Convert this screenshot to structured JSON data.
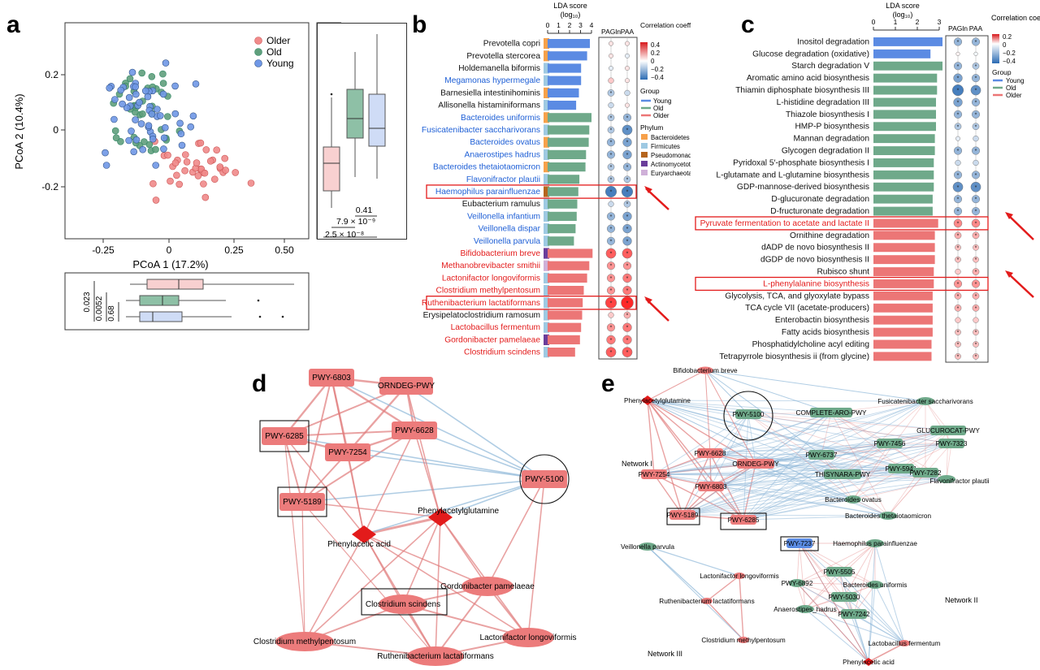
{
  "colors": {
    "older": "#f08a8a",
    "old": "#5f9f7c",
    "young": "#6f97e6",
    "bar_young": "#5b8be3",
    "bar_old": "#6fa98a",
    "bar_older": "#ec7676",
    "text_young": "#1e5fd6",
    "text_older": "#e31b1b",
    "highlight": "#e31b1b",
    "edge_pos": "#e07a7a",
    "edge_neg": "#8fb8d8",
    "phylum_bacteroidetes": "#f7a14a",
    "phylum_firmicutes": "#9ec9e2",
    "phylum_pseudomonadota": "#b5651d",
    "phylum_actinomycetota": "#6a3d9a",
    "phylum_euryarchaeota": "#cfb0d8"
  },
  "panel_a": {
    "label": "a",
    "legend": [
      "Older",
      "Old",
      "Young"
    ],
    "xlabel": "PCoA 1 (17.2%)",
    "ylabel": "PCoA 2 (10.4%)",
    "xticks": [
      "-0.25",
      "0",
      "0.25",
      "0.50"
    ],
    "yticks": [
      "0.2",
      "0",
      "-0.2"
    ],
    "pvals_right": [
      "0.41",
      "7.9 × 10⁻⁹",
      "2.5 × 10⁻⁸"
    ],
    "pvals_bottom": [
      "0.023",
      "0.0052",
      "0.68"
    ]
  },
  "panel_b": {
    "label": "b",
    "lda_title": "LDA score",
    "lda_unit": "(log₁₀)",
    "lda_ticks": [
      "0",
      "1",
      "2",
      "3",
      "4"
    ],
    "col_headers": [
      "PAGln",
      "PAA"
    ],
    "legend_corr_title": "Correlation coefficient",
    "corr_ticks": [
      "0.4",
      "0.2",
      "0",
      "−0.2",
      "−0.4"
    ],
    "legend_group_title": "Group",
    "groups": [
      "Young",
      "Old",
      "Older"
    ],
    "legend_phylum_title": "Phylum",
    "phyla": [
      "Bacteroidetes",
      "Firmicutes",
      "Pseudomonadota",
      "Actinomycetota",
      "Euryarchaeota"
    ],
    "rows": [
      {
        "name": "Prevotella copri",
        "lda": 3.85,
        "group": "young",
        "phylum": "bacteroidetes",
        "txt": "black",
        "c1": 0.05,
        "c2": 0.05
      },
      {
        "name": "Prevotella stercorea",
        "lda": 3.6,
        "group": "young",
        "phylum": "bacteroidetes",
        "txt": "black",
        "c1": 0.05,
        "c2": -0.05
      },
      {
        "name": "Holdemanella biformis",
        "lda": 3.05,
        "group": "young",
        "phylum": "firmicutes",
        "txt": "black",
        "c1": -0.05,
        "c2": 0.05
      },
      {
        "name": "Megamonas hypermegale",
        "lda": 3.05,
        "group": "young",
        "phylum": "firmicutes",
        "txt": "young",
        "c1": 0.1,
        "c2": 0.05
      },
      {
        "name": "Barnesiella intestinihominis",
        "lda": 2.85,
        "group": "young",
        "phylum": "bacteroidetes",
        "txt": "black",
        "c1": -0.15,
        "c2": -0.1
      },
      {
        "name": "Allisonella histaminiformans",
        "lda": 2.6,
        "group": "young",
        "phylum": "firmicutes",
        "txt": "black",
        "c1": -0.1,
        "c2": 0.05
      },
      {
        "name": "Bacteroides uniformis",
        "lda": 4.0,
        "group": "old",
        "phylum": "bacteroidetes",
        "txt": "young",
        "c1": -0.15,
        "c2": -0.2
      },
      {
        "name": "Fusicatenibacter saccharivorans",
        "lda": 3.8,
        "group": "old",
        "phylum": "firmicutes",
        "txt": "young",
        "c1": -0.15,
        "c2": -0.3
      },
      {
        "name": "Bacteroides ovatus",
        "lda": 3.75,
        "group": "old",
        "phylum": "bacteroidetes",
        "txt": "young",
        "c1": -0.2,
        "c2": -0.25
      },
      {
        "name": "Anaerostipes hadrus",
        "lda": 3.5,
        "group": "old",
        "phylum": "firmicutes",
        "txt": "young",
        "c1": -0.2,
        "c2": -0.25
      },
      {
        "name": "Bacteroides thetaiotaomicron",
        "lda": 3.45,
        "group": "old",
        "phylum": "bacteroidetes",
        "txt": "young",
        "c1": -0.15,
        "c2": -0.2
      },
      {
        "name": "Flavonifractor plautii",
        "lda": 2.9,
        "group": "old",
        "phylum": "firmicutes",
        "txt": "young",
        "c1": -0.15,
        "c2": -0.15
      },
      {
        "name": "Haemophilus parainfluenzae",
        "lda": 2.8,
        "group": "old",
        "phylum": "pseudomonadota",
        "txt": "young",
        "c1": -0.35,
        "c2": -0.35
      },
      {
        "name": "Eubacterium ramulus",
        "lda": 2.7,
        "group": "old",
        "phylum": "firmicutes",
        "txt": "black",
        "c1": -0.1,
        "c2": -0.15
      },
      {
        "name": "Veillonella infantium",
        "lda": 2.65,
        "group": "old",
        "phylum": "firmicutes",
        "txt": "young",
        "c1": -0.2,
        "c2": -0.25
      },
      {
        "name": "Veillonella dispar",
        "lda": 2.55,
        "group": "old",
        "phylum": "firmicutes",
        "txt": "young",
        "c1": -0.2,
        "c2": -0.25
      },
      {
        "name": "Veillonella parvula",
        "lda": 2.4,
        "group": "old",
        "phylum": "firmicutes",
        "txt": "young",
        "c1": -0.2,
        "c2": -0.25
      },
      {
        "name": "Bifidobacterium breve",
        "lda": 4.1,
        "group": "older",
        "phylum": "actinomycetota",
        "txt": "older",
        "c1": 0.3,
        "c2": 0.3
      },
      {
        "name": "Methanobrevibacter smithii",
        "lda": 3.8,
        "group": "older",
        "phylum": "euryarchaeota",
        "txt": "older",
        "c1": 0.2,
        "c2": 0.2
      },
      {
        "name": "Lactonifactor longoviformis",
        "lda": 3.6,
        "group": "older",
        "phylum": "firmicutes",
        "txt": "older",
        "c1": 0.2,
        "c2": 0.25
      },
      {
        "name": "Clostridium methylpentosum",
        "lda": 3.3,
        "group": "older",
        "phylum": "firmicutes",
        "txt": "older",
        "c1": 0.2,
        "c2": 0.25
      },
      {
        "name": "Ruthenibacterium lactatiformans",
        "lda": 3.2,
        "group": "older",
        "phylum": "firmicutes",
        "txt": "older",
        "c1": 0.35,
        "c2": 0.4
      },
      {
        "name": "Erysipelatoclostridium ramosum",
        "lda": 3.15,
        "group": "older",
        "phylum": "firmicutes",
        "txt": "black",
        "c1": 0.1,
        "c2": 0.15
      },
      {
        "name": "Lactobacillus fermentum",
        "lda": 3.05,
        "group": "older",
        "phylum": "firmicutes",
        "txt": "older",
        "c1": 0.2,
        "c2": 0.25
      },
      {
        "name": "Gordonibacter pamelaeae",
        "lda": 2.95,
        "group": "older",
        "phylum": "actinomycetota",
        "txt": "older",
        "c1": 0.25,
        "c2": 0.25
      },
      {
        "name": "Clostridium scindens",
        "lda": 2.5,
        "group": "older",
        "phylum": "firmicutes",
        "txt": "older",
        "c1": 0.3,
        "c2": 0.3
      }
    ],
    "highlight_rows": [
      12,
      21
    ]
  },
  "panel_c": {
    "label": "c",
    "lda_title": "LDA score",
    "lda_unit": "(log₁₀)",
    "lda_ticks": [
      "0",
      "1",
      "2",
      "3"
    ],
    "col_headers": [
      "PAGln",
      "PAA"
    ],
    "legend_corr_title": "Correlation coefficient",
    "corr_ticks": [
      "0.2",
      "0",
      "−0.2",
      "−0.4"
    ],
    "legend_group_title": "Group",
    "groups": [
      "Young",
      "Old",
      "Older"
    ],
    "rows": [
      {
        "name": "Inositol degradation",
        "lda": 3.15,
        "group": "young",
        "txt": "black",
        "c1": -0.2,
        "c2": -0.2
      },
      {
        "name": "Glucose degradation (oxidative)",
        "lda": 2.6,
        "group": "young",
        "txt": "black",
        "c1": 0.02,
        "c2": -0.02
      },
      {
        "name": "Starch degradation V",
        "lda": 3.15,
        "group": "old",
        "txt": "black",
        "c1": -0.2,
        "c2": -0.15
      },
      {
        "name": "Aromatic amino acid biosynthesis",
        "lda": 2.9,
        "group": "old",
        "txt": "black",
        "c1": -0.25,
        "c2": -0.2
      },
      {
        "name": "Thiamin diphosphate biosynthesis III",
        "lda": 2.9,
        "group": "old",
        "txt": "black",
        "c1": -0.35,
        "c2": -0.3
      },
      {
        "name": "L-histidine degradation III",
        "lda": 2.85,
        "group": "old",
        "txt": "black",
        "c1": -0.25,
        "c2": -0.2
      },
      {
        "name": "Thiazole biosynthesis I",
        "lda": 2.85,
        "group": "old",
        "txt": "black",
        "c1": -0.2,
        "c2": -0.2
      },
      {
        "name": "HMP-P biosynthesis",
        "lda": 2.85,
        "group": "old",
        "txt": "black",
        "c1": -0.15,
        "c2": -0.15
      },
      {
        "name": "Mannan degradation",
        "lda": 2.8,
        "group": "old",
        "txt": "black",
        "c1": -0.05,
        "c2": -0.1
      },
      {
        "name": "Glycogen degradation II",
        "lda": 2.8,
        "group": "old",
        "txt": "black",
        "c1": -0.2,
        "c2": -0.2
      },
      {
        "name": "Pyridoxal 5′-phosphate biosynthesis I",
        "lda": 2.75,
        "group": "old",
        "txt": "black",
        "c1": -0.1,
        "c2": -0.1
      },
      {
        "name": "L-glutamate and L-glutamine biosynthesis",
        "lda": 2.75,
        "group": "old",
        "txt": "black",
        "c1": -0.2,
        "c2": -0.2
      },
      {
        "name": "GDP-mannose-derived biosynthesis",
        "lda": 2.75,
        "group": "old",
        "txt": "black",
        "c1": -0.3,
        "c2": -0.3
      },
      {
        "name": "D-glucuronate degradation",
        "lda": 2.7,
        "group": "old",
        "txt": "black",
        "c1": -0.2,
        "c2": -0.2
      },
      {
        "name": "D-fructuronate degradation",
        "lda": 2.7,
        "group": "old",
        "txt": "black",
        "c1": -0.2,
        "c2": -0.2
      },
      {
        "name": "Pyruvate fermentation to acetate and lactate II",
        "lda": 2.95,
        "group": "older",
        "txt": "older",
        "c1": 0.22,
        "c2": 0.22
      },
      {
        "name": "Ornithine degradation",
        "lda": 2.8,
        "group": "older",
        "txt": "black",
        "c1": 0.15,
        "c2": 0.15
      },
      {
        "name": "dADP de novo biosynthesis II",
        "lda": 2.8,
        "group": "older",
        "txt": "black",
        "c1": 0.12,
        "c2": 0.12
      },
      {
        "name": "dGDP de novo biosynthesis II",
        "lda": 2.8,
        "group": "older",
        "txt": "black",
        "c1": 0.12,
        "c2": 0.12
      },
      {
        "name": "Rubisco shunt",
        "lda": 2.75,
        "group": "older",
        "txt": "black",
        "c1": 0.1,
        "c2": 0.15
      },
      {
        "name": "L-phenylalanine biosynthesis",
        "lda": 2.75,
        "group": "older",
        "txt": "older",
        "c1": 0.2,
        "c2": 0.2
      },
      {
        "name": "Glycolysis, TCA, and glyoxylate bypass",
        "lda": 2.7,
        "group": "older",
        "txt": "black",
        "c1": 0.15,
        "c2": 0.15
      },
      {
        "name": "TCA cycle VII (acetate-producers)",
        "lda": 2.7,
        "group": "older",
        "txt": "black",
        "c1": 0.15,
        "c2": 0.15
      },
      {
        "name": "Enterobactin biosynthesis",
        "lda": 2.7,
        "group": "older",
        "txt": "black",
        "c1": 0.1,
        "c2": 0.1
      },
      {
        "name": "Fatty acids biosynthesis",
        "lda": 2.7,
        "group": "older",
        "txt": "black",
        "c1": 0.12,
        "c2": 0.12
      },
      {
        "name": "Phosphatidylcholine acyl editing",
        "lda": 2.65,
        "group": "older",
        "txt": "black",
        "c1": 0.12,
        "c2": 0.12
      },
      {
        "name": "Tetrapyrrole biosynthesis ii (from glycine)",
        "lda": 2.65,
        "group": "older",
        "txt": "black",
        "c1": 0.12,
        "c2": 0.12
      }
    ],
    "highlight_rows": [
      15,
      20
    ]
  },
  "panel_d": {
    "label": "d",
    "nodes": {
      "pwy6803": "PWY-6803",
      "orndeg": "ORNDEG-PWY",
      "pwy6285": "PWY-6285",
      "pwy6628": "PWY-6628",
      "pwy7254": "PWY-7254",
      "pwy5100": "PWY-5100",
      "pwy5189": "PWY-5189",
      "paa": "Phenylacetic acid",
      "pagln": "Phenylacetylglutamine",
      "gordon": "Gordonibacter pamelaeae",
      "clsci": "Clostridium scindens",
      "clmeth": "Clostridium methylpentosum",
      "lacto": "Lactonifactor longoviformis",
      "ruthen": "Ruthenibacterium lactatiformans"
    }
  },
  "panel_e": {
    "label": "e",
    "network_labels": [
      "Network I",
      "Network II",
      "Network III"
    ],
    "nodes": {
      "bifido": "Bifidobacterium breve",
      "pagln": "Phenylacetylglutamine",
      "pwy5100": "PWY-5100",
      "completearo": "COMPLETE-ARO-PWY",
      "fusicat": "Fusicatenibacter saccharivorans",
      "glucurocat": "GLUCUROCAT-PWY",
      "pwy7456": "PWY-7456",
      "pwy7323": "PWY-7323",
      "pwy6628": "PWY-6628",
      "pwy6737": "PWY-6737",
      "pwy7254": "PWY-7254",
      "orndeg": "ORNDEG-PWY",
      "thisynara": "THISYNARA-PWY",
      "pwy5941": "PWY-5941",
      "pwy7282": "PWY-7282",
      "flavon": "Flavonifractor plautii",
      "pwy6803": "PWY-6803",
      "bovatus": "Bacteroides ovatus",
      "btheta": "Bacteroides thetaiotaomicron",
      "pwy5189": "PWY-5189",
      "pwy6285": "PWY-6285",
      "pwy7237": "PWY-7237",
      "haemo": "Haemophilus parainfluenzae",
      "veill": "Veillonella parvula",
      "pwy5505": "PWY-5505",
      "lactonif": "Lactonifactor longoviformis",
      "pwy6892": "PWY-6892",
      "bunif": "Bacteroides uniformis",
      "pwy5030": "PWY-5030",
      "ruthen": "Ruthenibacterium lactatiformans",
      "anaero": "Anaerostipes_hadrus",
      "pwy7242": "PWY-7242",
      "clmeth": "Clostridium methylpentosum",
      "lactob": "Lactobacillus fermentum",
      "paa": "Phenylacetic acid"
    }
  }
}
